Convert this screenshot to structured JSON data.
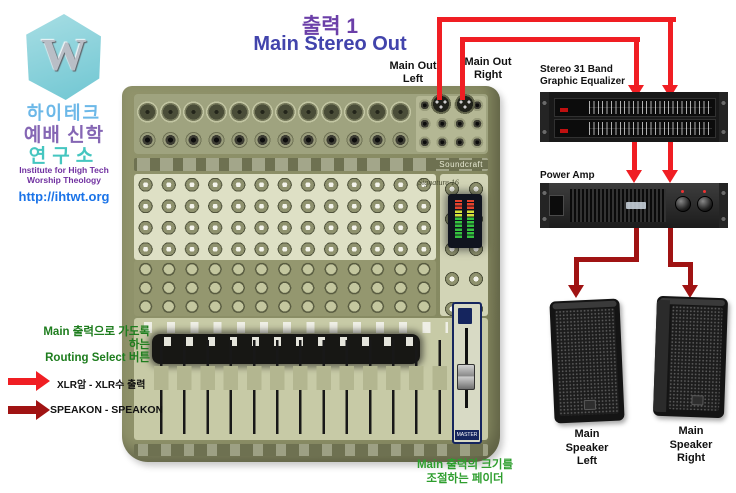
{
  "title": {
    "korean": "출력 1",
    "english": "Main Stereo Out"
  },
  "logo": {
    "letter": "W",
    "korean_line1": "하이테크",
    "korean_line2": "예배 신학",
    "korean_line3": "연구소",
    "institute_line1": "Institute for High Tech",
    "institute_line2": "Worship Theology",
    "url": "http://ihtwt.org"
  },
  "mixer": {
    "brand": "Soundcraft",
    "model": "Signature 16",
    "master_label": "MASTER",
    "main_out_left": {
      "line1": "Main Out",
      "line2": "Left"
    },
    "main_out_right": {
      "line1": "Main Out",
      "line2": "Right"
    }
  },
  "chain": {
    "eq_label_line1": "Stereo 31 Band",
    "eq_label_line2": "Graphic Equalizer",
    "power_amp_label": "Power Amp",
    "speaker_left": {
      "line1": "Main",
      "line2": "Speaker",
      "line3": "Left"
    },
    "speaker_right": {
      "line1": "Main",
      "line2": "Speaker",
      "line3": "Right"
    }
  },
  "annotations": {
    "routing_line1": "Main 출력으로 가도록",
    "routing_line2": "하는",
    "routing_line3": "Routing Select 버튼",
    "xlr_note": "XLR암 - XLR수 출력",
    "speakon_note": "SPEAKON - SPEAKON",
    "fader_note_line1": "Main 출력의 크기를",
    "fader_note_line2": "조절하는 페이더"
  },
  "colors": {
    "signal_red": "#F01E23",
    "signal_dark_red": "#A01313",
    "routing_green": "#1E7D1E",
    "fader_green": "#2E9E2E",
    "title_purple": "#6B3FA8",
    "title_indigo": "#4244AC",
    "url_blue": "#1A73E8"
  }
}
